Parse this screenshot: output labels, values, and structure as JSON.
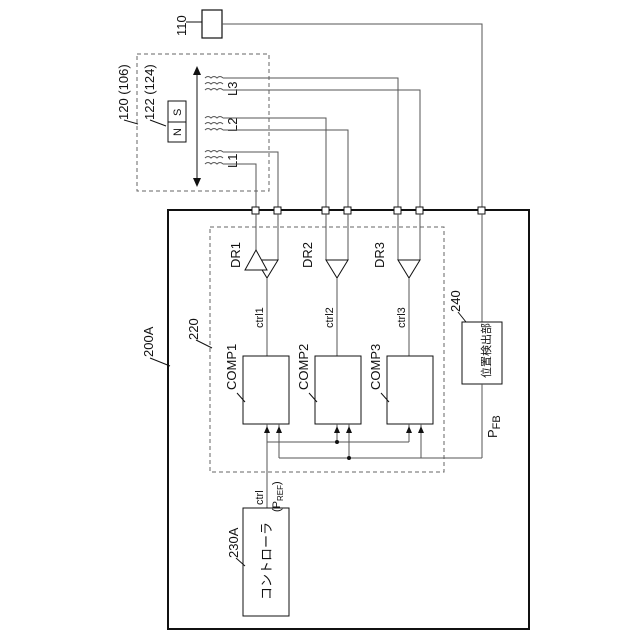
{
  "labels": {
    "ref_110": "110",
    "ref_120": "120 (106)",
    "ref_122": "122 (124)",
    "magnet_n": "N",
    "magnet_s": "S",
    "coil_l1": "L1",
    "coil_l2": "L2",
    "coil_l3": "L3",
    "ref_200a": "200A",
    "ref_220": "220",
    "ref_240": "240",
    "ref_230a": "230A",
    "dr1": "DR1",
    "dr2": "DR2",
    "dr3": "DR3",
    "ctrl1": "ctrl1",
    "ctrl2": "ctrl2",
    "ctrl3": "ctrl3",
    "comp1": "COMP1",
    "comp2": "COMP2",
    "comp3": "COMP3",
    "pos_detector": "位置検出部",
    "pfb_p": "P",
    "pfb_sub": "FB",
    "ctrl": "ctrl",
    "pref_open": "(P",
    "pref_sub": "REF",
    "pref_close": ")",
    "controller": "コントローラ"
  }
}
